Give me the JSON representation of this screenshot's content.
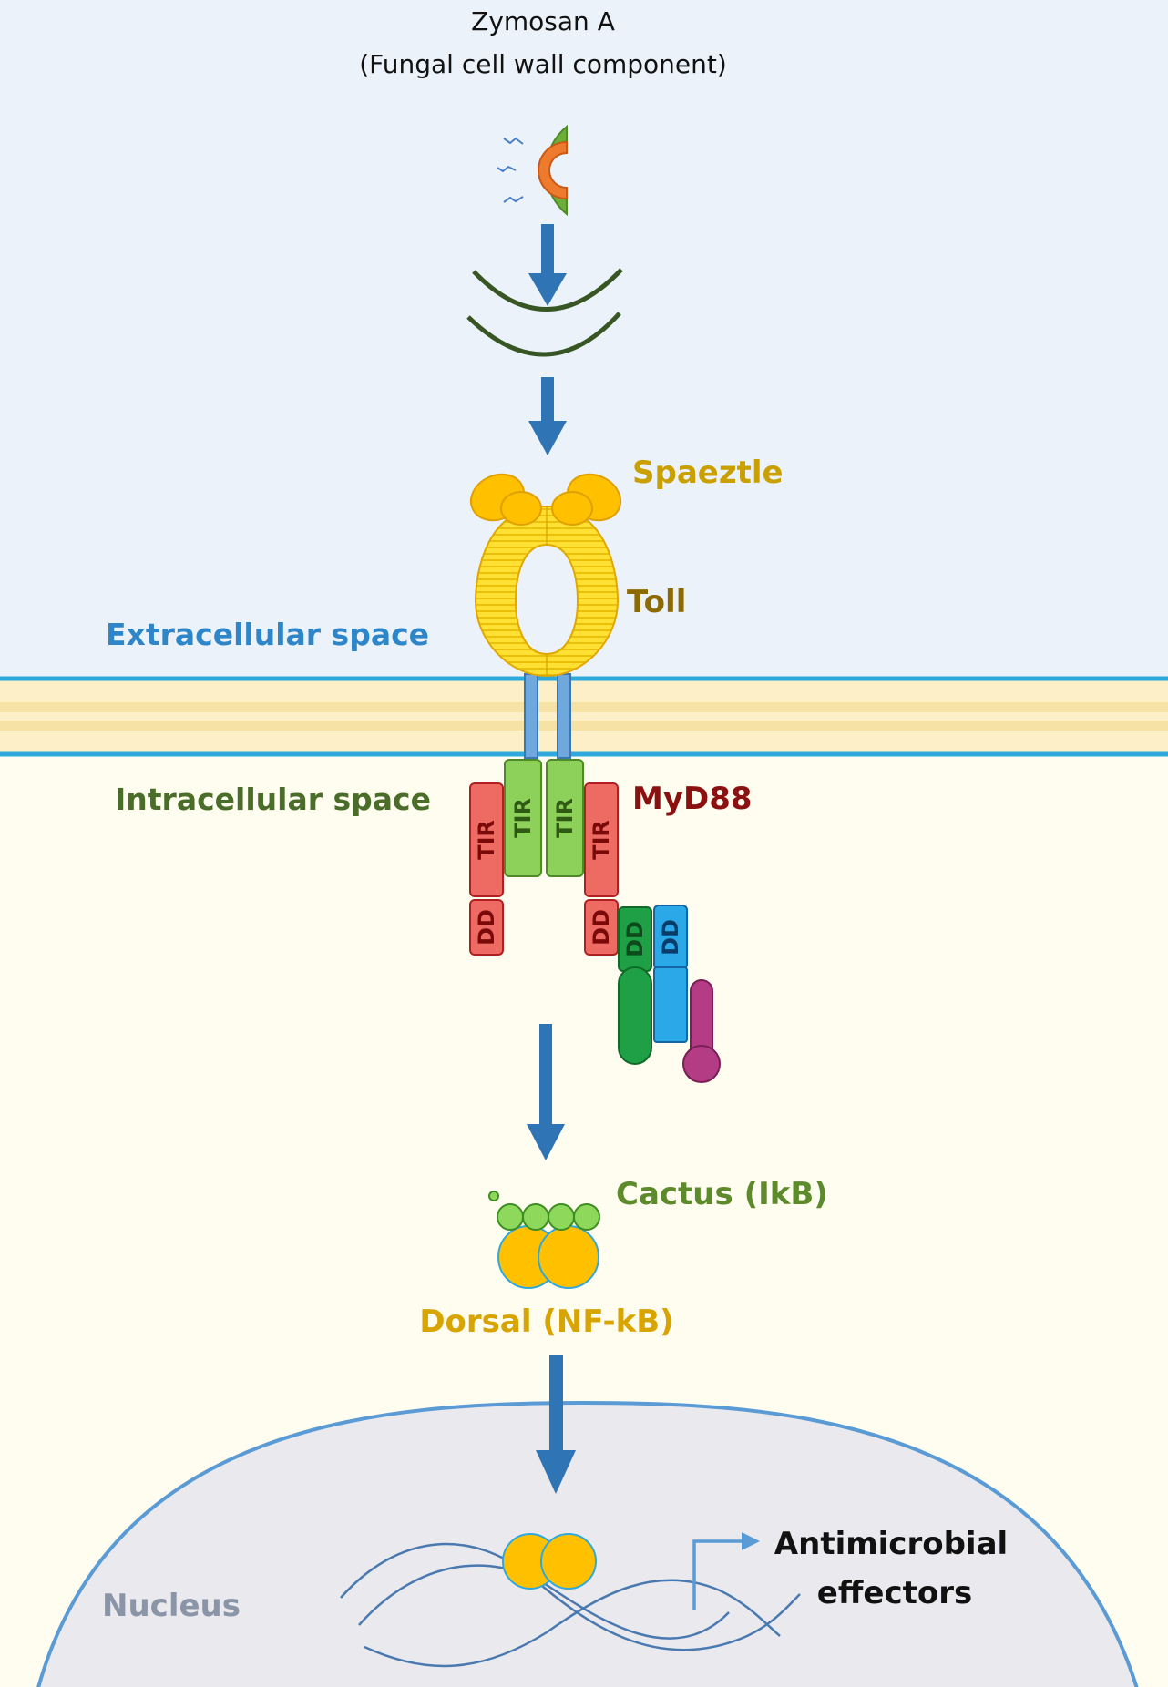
{
  "ligand": {
    "name": "Zymosan A",
    "description": "(Fungal cell wall component)"
  },
  "receptors": {
    "spaeztle": "Spaeztle",
    "toll": "Toll",
    "myd88": "MyD88"
  },
  "regions": {
    "extracellular": "Extracellular space",
    "intracellular": "Intracellular space",
    "nucleus": "Nucleus"
  },
  "domains": {
    "tir": "TIR",
    "dd": "DD"
  },
  "complex": {
    "cactus": "Cactus (IkB)",
    "dorsal": "Dorsal (NF-kB)"
  },
  "output": {
    "line1": "Antimicrobial",
    "line2": "effectors"
  },
  "colors": {
    "extracellular_bg": "#ECF2FA",
    "intracellular_bg": "#FFFCF0",
    "membrane_line": "#2FA9DC",
    "membrane_fill": "#FDEFC8",
    "arrow": "#2F75B5",
    "spaeztle_text": "#C9A000",
    "toll_text": "#8C6A00",
    "toll_fill": "#FFE033",
    "extracellular_text": "#2E86C8",
    "intracellular_text": "#4A6E2A",
    "myd88_text": "#8B1010",
    "tir_red": "#EE6B63",
    "tir_green": "#8DD05A",
    "dd_dark_green": "#1FA046",
    "dd_blue": "#2BA8E8",
    "magenta": "#B43C84",
    "cactus_green": "#8ED85C",
    "cactus_text": "#5D8A2B",
    "dorsal_yellow": "#FFC000",
    "dorsal_text": "#D8A400",
    "nucleus_fill": "#E9E9EE",
    "nucleus_text": "#8A96A8",
    "dna": "#4A79B0"
  }
}
